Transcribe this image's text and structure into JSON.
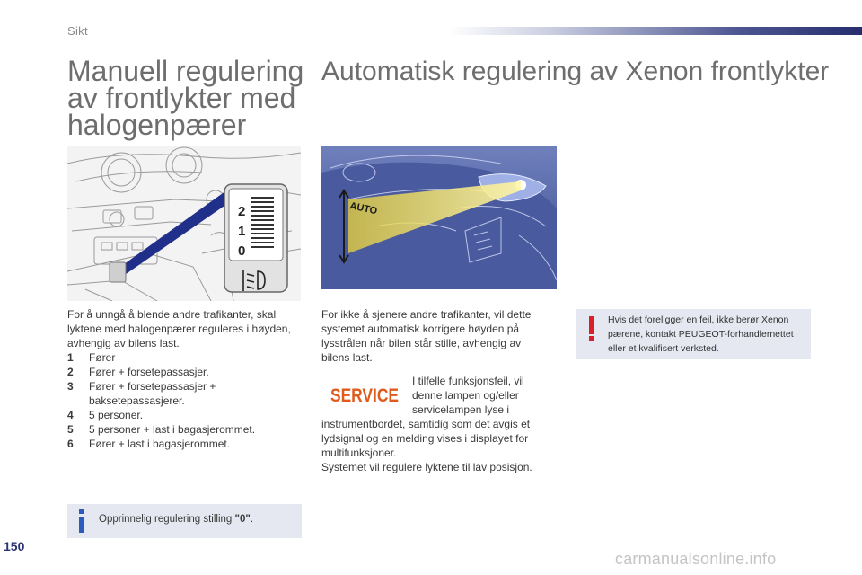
{
  "header": {
    "section": "Sikt"
  },
  "left": {
    "title": "Manuell regulering av frontlykter med halogenpærer",
    "intro": "For å unngå å blende andre trafikanter, skal lyktene med halogenpærer reguleres i høyden, avhengig av bilens last.",
    "list": [
      {
        "num": "1",
        "text": "Fører"
      },
      {
        "num": "2",
        "text": "Fører + forsetepassasjer."
      },
      {
        "num": "3",
        "text": "Fører + forsetepassasjer + baksetepassasjerer."
      },
      {
        "num": "4",
        "text": "5 personer."
      },
      {
        "num": "5",
        "text": "5 personer + last i bagasjerommet."
      },
      {
        "num": "6",
        "text": "Fører + last i bagasjerommet."
      }
    ],
    "info": {
      "text": "Opprinnelig regulering stilling ",
      "value": "\"0\"",
      "suffix": "."
    },
    "dial_labels": [
      "2",
      "1",
      "0"
    ]
  },
  "right": {
    "title": "Automatisk regulering av Xenon frontlykter",
    "auto_label": "AUTO",
    "text1": "For ikke å sjenere andre trafikanter, vil dette systemet automatisk korrigere høyden på lysstrålen når bilen står stille, avhengig av bilens last.",
    "service_label": "SERVICE",
    "text2": "I tilfelle funksjonsfeil, vil denne lampen og/eller servicelampen lyse i",
    "text3": "instrumentbordet, samtidig som det avgis et lydsignal og en melding vises i displayet for multifunksjoner.",
    "text4": "Systemet vil regulere lyktene til lav posisjon.",
    "warning": "Hvis det foreligger en feil, ikke berør Xenon pærene, kontakt PEUGEOT-forhandlernettet eller et kvalifisert verksted."
  },
  "footer": {
    "page_number": "150",
    "watermark": "carmanualsonline.info"
  },
  "colors": {
    "accent": "#2b3472",
    "service": "#e05a1c",
    "warning": "#d8202a",
    "info": "#2c5bbd",
    "box_bg": "#e5e7f1"
  }
}
